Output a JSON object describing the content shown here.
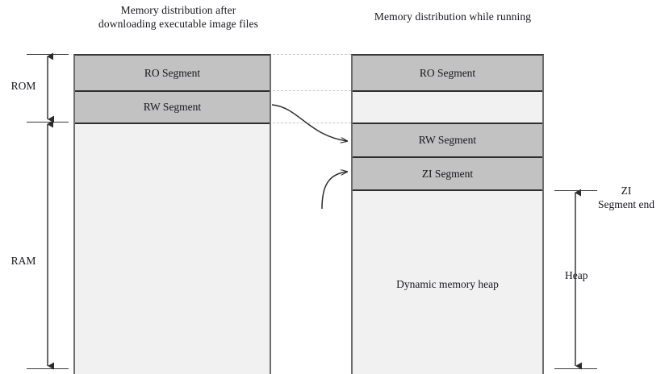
{
  "diagram": {
    "type": "memory-layout-diagram",
    "columns": [
      {
        "id": "left",
        "title": "Memory distribution after downloading executable image files",
        "segments": [
          {
            "label": "RO Segment",
            "fill": "#c2c2c2"
          },
          {
            "label": "RW Segment",
            "fill": "#c2c2c2"
          },
          {
            "label": "",
            "fill": "#f1f1f1"
          }
        ]
      },
      {
        "id": "right",
        "title": "Memory distribution while running",
        "segments": [
          {
            "label": "RO Segment",
            "fill": "#c2c2c2"
          },
          {
            "label": "",
            "fill": "#f1f1f1"
          },
          {
            "label": "RW Segment",
            "fill": "#c2c2c2"
          },
          {
            "label": "ZI Segment",
            "fill": "#c2c2c2"
          },
          {
            "label": "Dynamic memory heap",
            "fill": "#f1f1f1"
          }
        ]
      }
    ],
    "brackets": {
      "left": [
        {
          "name": "rom",
          "label": "ROM"
        },
        {
          "name": "ram",
          "label": "RAM"
        }
      ],
      "right": [
        {
          "name": "zi-segment-end",
          "label": "ZI\nSegment end",
          "line1": "ZI",
          "line2": "Segment end"
        },
        {
          "name": "heap",
          "label": "Heap"
        }
      ]
    },
    "colors": {
      "segment_fill": "#c2c2c2",
      "free_fill": "#f1f1f1",
      "border": "#2e2e2e",
      "connector": "#c9c9c9",
      "text": "#16161d"
    }
  }
}
